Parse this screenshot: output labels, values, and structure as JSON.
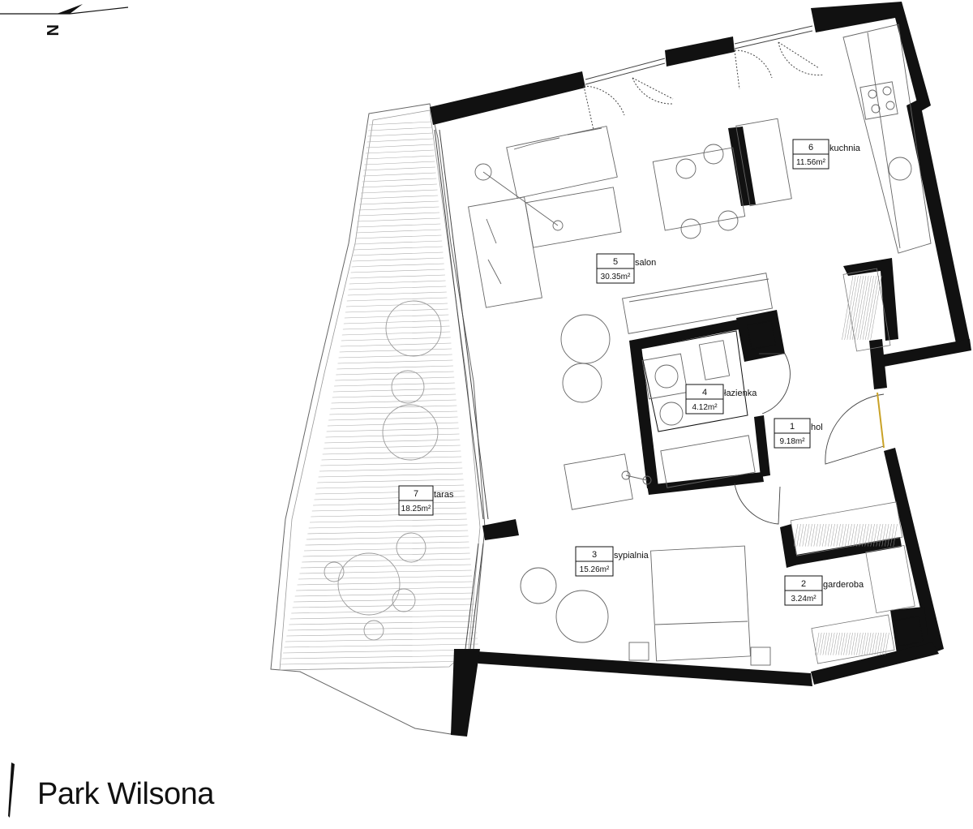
{
  "compass": {
    "label": "N",
    "icon": "north-arrow-icon"
  },
  "brand": {
    "name": "Park Wilsona",
    "icon": "brand-mark-icon"
  },
  "rooms": [
    {
      "id": "room-1",
      "number": "1",
      "name": "hol",
      "area": "9.18m²"
    },
    {
      "id": "room-2",
      "number": "2",
      "name": "garderoba",
      "area": "3.24m²"
    },
    {
      "id": "room-3",
      "number": "3",
      "name": "sypialnia",
      "area": "15.26m²"
    },
    {
      "id": "room-4",
      "number": "4",
      "name": "łazienka",
      "area": "4.12m²"
    },
    {
      "id": "room-5",
      "number": "5",
      "name": "salon",
      "area": "30.35m²"
    },
    {
      "id": "room-6",
      "number": "6",
      "name": "kuchnia",
      "area": "11.56m²"
    },
    {
      "id": "room-7",
      "number": "7",
      "name": "taras",
      "area": "18.25m²"
    }
  ],
  "colors": {
    "wall": "#111111",
    "line": "#333333",
    "furniture": "#777777",
    "background": "#ffffff"
  }
}
